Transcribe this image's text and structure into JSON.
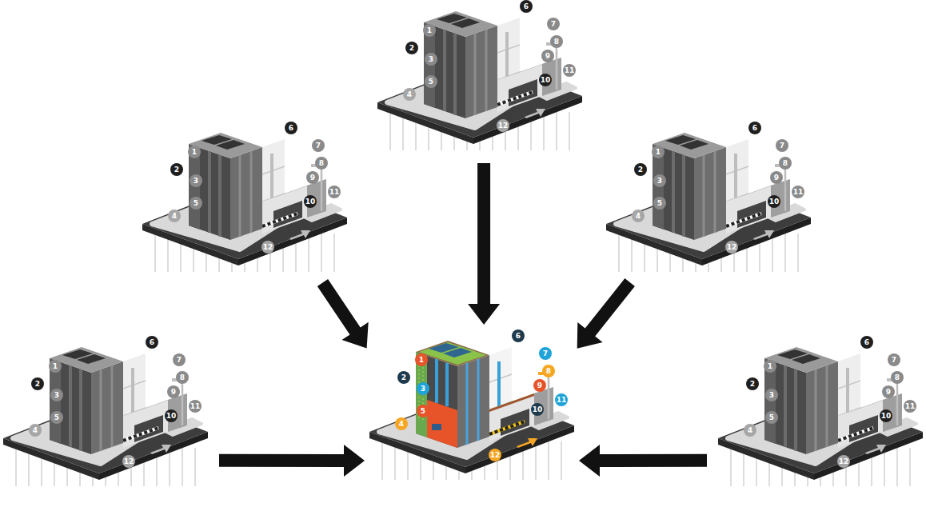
{
  "diagram": {
    "nodes": [
      {
        "text": [
          "1",
          "2",
          "3",
          "4",
          "5",
          "6",
          "7",
          "8",
          "9",
          "10",
          "11",
          "12"
        ]
      },
      {
        "text": [
          "1",
          "2",
          "3",
          "4",
          "5",
          "6",
          "7",
          "8",
          "9",
          "10",
          "11",
          "12"
        ]
      },
      {
        "text": [
          "1",
          "2",
          "3",
          "4",
          "5",
          "6",
          "7",
          "8",
          "9",
          "10",
          "11",
          "12"
        ]
      },
      {
        "text": [
          "1",
          "2",
          "3",
          "4",
          "5",
          "6",
          "7",
          "8",
          "9",
          "10",
          "11",
          "12"
        ]
      },
      {
        "text": [
          "1",
          "2",
          "3",
          "4",
          "5",
          "6",
          "7",
          "8",
          "9",
          "10",
          "11",
          "12"
        ]
      },
      {
        "text": [
          "1",
          "2",
          "3",
          "4",
          "5",
          "6",
          "7",
          "8",
          "9",
          "10",
          "11",
          "12"
        ]
      }
    ],
    "edges": [
      {
        "from": 0,
        "to": 4,
        "arrow": "to"
      },
      {
        "from": 1,
        "to": 4,
        "arrow": "to"
      },
      {
        "from": 2,
        "to": 4,
        "arrow": "to"
      },
      {
        "from": 3,
        "to": 4,
        "arrow": "to"
      },
      {
        "from": 5,
        "to": 4,
        "arrow": "to"
      }
    ]
  }
}
